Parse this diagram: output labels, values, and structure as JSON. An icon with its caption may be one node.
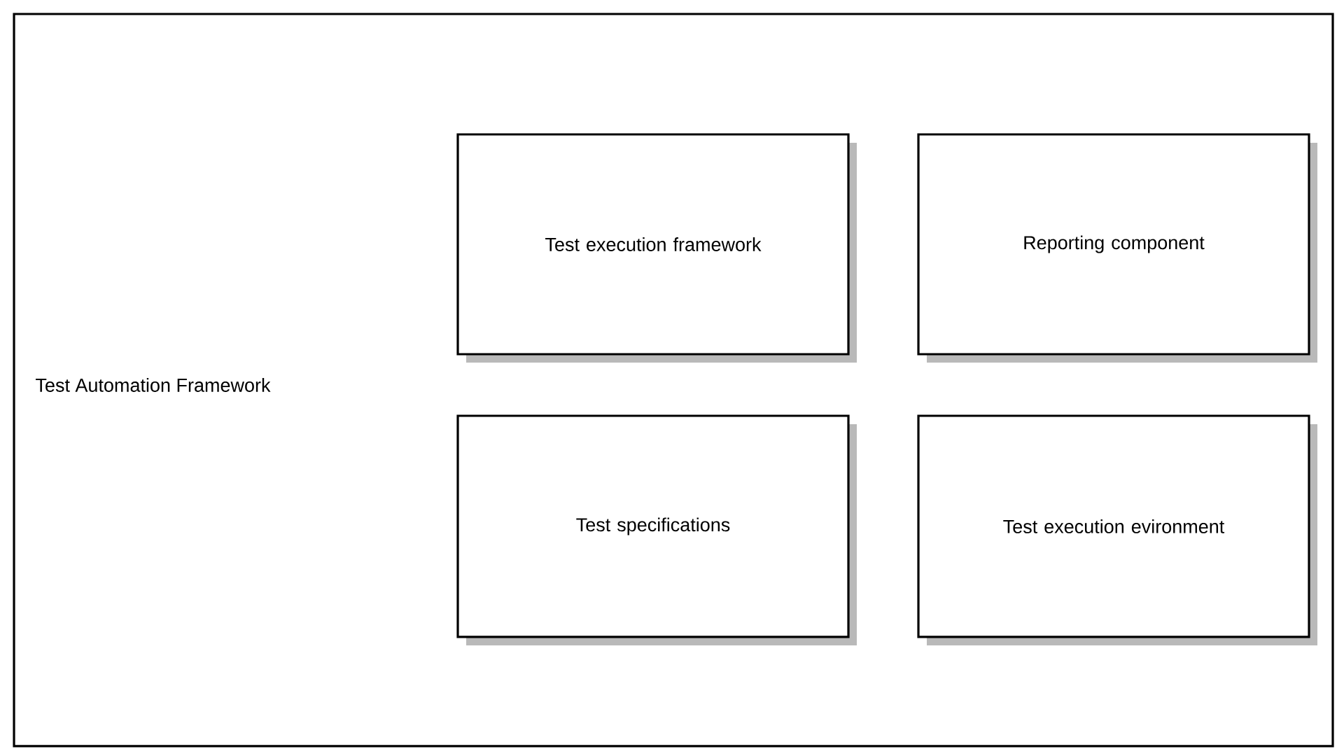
{
  "diagram": {
    "nodes": [
      {
        "text": [
          "Test Automation Framework"
        ]
      },
      {
        "text": [
          "Test execution framework"
        ],
        "in": 0
      },
      {
        "text": [
          "Reporting component"
        ],
        "in": 0
      },
      {
        "text": [
          "Test specifications"
        ],
        "in": 0
      },
      {
        "text": [
          "Test execution evironment"
        ],
        "in": 0
      }
    ]
  }
}
